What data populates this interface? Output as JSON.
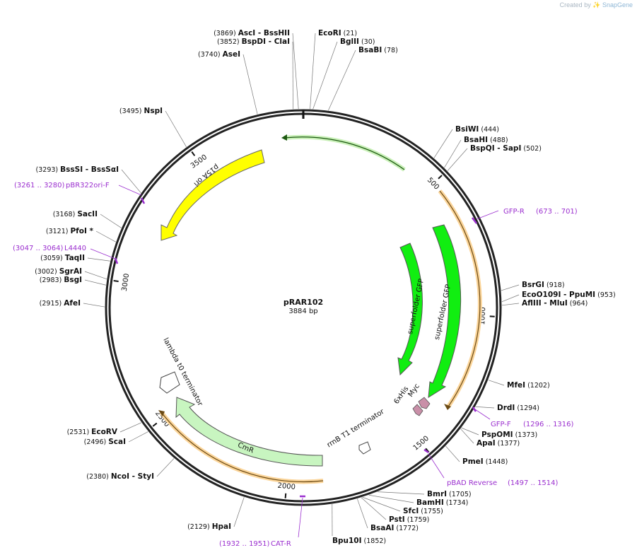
{
  "credit": {
    "prefix": "Created by",
    "brand": "SnapGene"
  },
  "plasmid": {
    "name": "pRAR102",
    "size_label": "3884 bp",
    "length": 3884
  },
  "colors": {
    "backbone": "#222222",
    "ori": "#ffff00",
    "gfp": "#11ee11",
    "cmr": "#c8f5c0",
    "primer": "#9b2fcf",
    "orange_track": "#f5a623",
    "tag": "#c98fa8"
  },
  "ticks": [
    {
      "pos": 500,
      "label": "500"
    },
    {
      "pos": 1000,
      "label": "1000"
    },
    {
      "pos": 1500,
      "label": "1500"
    },
    {
      "pos": 2000,
      "label": "2000"
    },
    {
      "pos": 2500,
      "label": "2500"
    },
    {
      "pos": 3000,
      "label": "3000"
    },
    {
      "pos": 3500,
      "label": "3500"
    }
  ],
  "sites": [
    {
      "pos": 3869,
      "pos_label": "(3869)",
      "name": "AscI",
      "extra": "- BssHII"
    },
    {
      "pos": 3852,
      "pos_label": "(3852)",
      "name": "BspDI",
      "extra": "- ClaI"
    },
    {
      "pos": 3740,
      "pos_label": "(3740)",
      "name": "AseI",
      "extra": ""
    },
    {
      "pos": 21,
      "pos_label": "(21)",
      "name": "EcoRI",
      "extra": ""
    },
    {
      "pos": 30,
      "pos_label": "(30)",
      "name": "BglII",
      "extra": ""
    },
    {
      "pos": 78,
      "pos_label": "(78)",
      "name": "BsaBI",
      "extra": ""
    },
    {
      "pos": 3495,
      "pos_label": "(3495)",
      "name": "NspI",
      "extra": ""
    },
    {
      "pos": 444,
      "pos_label": "(444)",
      "name": "BsiWI",
      "extra": ""
    },
    {
      "pos": 488,
      "pos_label": "(488)",
      "name": "BsaHI",
      "extra": ""
    },
    {
      "pos": 502,
      "pos_label": "(502)",
      "name": "BspQI",
      "extra": "- SapI"
    },
    {
      "pos": 3293,
      "pos_label": "(3293)",
      "name": "BssSI",
      "extra": "- BssSαI"
    },
    {
      "pos": 3168,
      "pos_label": "(3168)",
      "name": "SacII",
      "extra": ""
    },
    {
      "pos": 3121,
      "pos_label": "(3121)",
      "name": "PfoI *",
      "extra": ""
    },
    {
      "pos": 3059,
      "pos_label": "(3059)",
      "name": "TaqII",
      "extra": ""
    },
    {
      "pos": 3002,
      "pos_label": "(3002)",
      "name": "SgrAI",
      "extra": ""
    },
    {
      "pos": 2983,
      "pos_label": "(2983)",
      "name": "BsgI",
      "extra": ""
    },
    {
      "pos": 2915,
      "pos_label": "(2915)",
      "name": "AfeI",
      "extra": ""
    },
    {
      "pos": 918,
      "pos_label": "(918)",
      "name": "BsrGI",
      "extra": ""
    },
    {
      "pos": 953,
      "pos_label": "(953)",
      "name": "EcoO109I",
      "extra": "- PpuMI"
    },
    {
      "pos": 964,
      "pos_label": "(964)",
      "name": "AflIII",
      "extra": "- MluI"
    },
    {
      "pos": 1202,
      "pos_label": "(1202)",
      "name": "MfeI",
      "extra": ""
    },
    {
      "pos": 1294,
      "pos_label": "(1294)",
      "name": "DrdI",
      "extra": ""
    },
    {
      "pos": 1373,
      "pos_label": "(1373)",
      "name": "PspOMI",
      "extra": ""
    },
    {
      "pos": 1377,
      "pos_label": "(1377)",
      "name": "ApaI",
      "extra": ""
    },
    {
      "pos": 1448,
      "pos_label": "(1448)",
      "name": "PmeI",
      "extra": ""
    },
    {
      "pos": 1705,
      "pos_label": "(1705)",
      "name": "BmrI",
      "extra": ""
    },
    {
      "pos": 1734,
      "pos_label": "(1734)",
      "name": "BamHI",
      "extra": ""
    },
    {
      "pos": 1755,
      "pos_label": "(1755)",
      "name": "SfcI",
      "extra": ""
    },
    {
      "pos": 1759,
      "pos_label": "(1759)",
      "name": "PstI",
      "extra": ""
    },
    {
      "pos": 1772,
      "pos_label": "(1772)",
      "name": "BsaAI",
      "extra": ""
    },
    {
      "pos": 1852,
      "pos_label": "(1852)",
      "name": "Bpu10I",
      "extra": ""
    },
    {
      "pos": 2129,
      "pos_label": "(2129)",
      "name": "HpaI",
      "extra": ""
    },
    {
      "pos": 2380,
      "pos_label": "(2380)",
      "name": "NcoI",
      "extra": "- StyI"
    },
    {
      "pos": 2531,
      "pos_label": "(2531)",
      "name": "EcoRV",
      "extra": ""
    },
    {
      "pos": 2496,
      "pos_label": "(2496)",
      "name": "ScaI",
      "extra": ""
    }
  ],
  "primers": [
    {
      "name": "pBR322ori-F",
      "range": "(3261 .. 3280)"
    },
    {
      "name": "L4440",
      "range": "(3047 .. 3064)"
    },
    {
      "name": "GFP-R",
      "range": "(673 .. 701)"
    },
    {
      "name": "GFP-F",
      "range": "(1296 .. 1316)"
    },
    {
      "name": "pBAD Reverse",
      "range": "(1497 .. 1514)"
    },
    {
      "name": "CAT-R",
      "range": "(1932 .. 1951)"
    }
  ],
  "features": {
    "ori": "p15A ori",
    "gfp_outer": "superfolder GFP",
    "gfp_inner": "superfolder GFP",
    "his": "6xHis",
    "myc": "Myc",
    "rrnb": "rrnB T1 terminator",
    "cmr": "CmR",
    "lambda": "lambda t0 terminator"
  }
}
